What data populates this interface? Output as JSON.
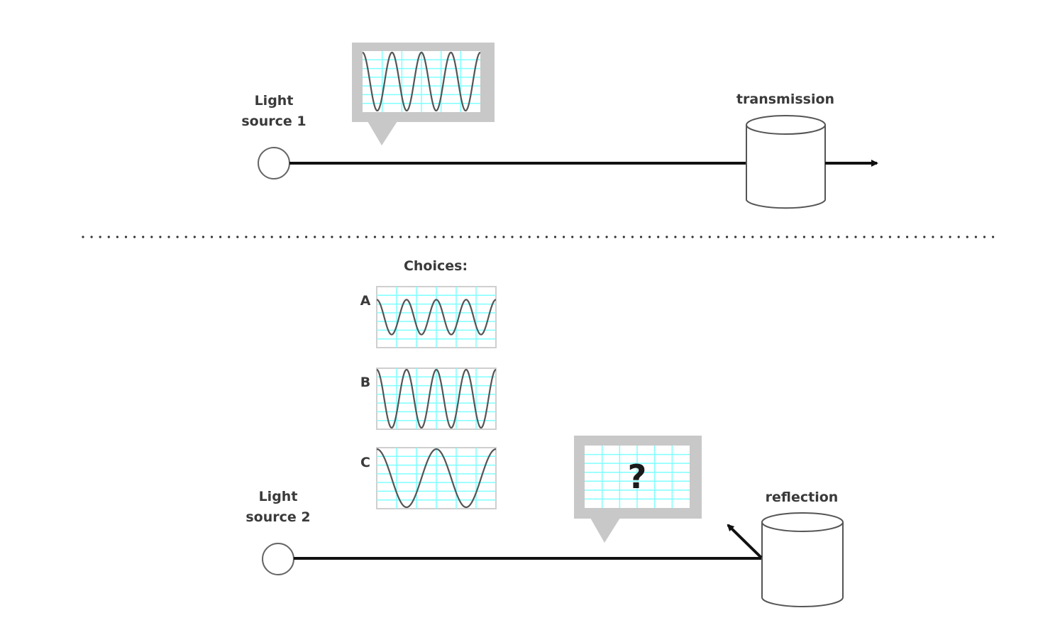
{
  "top_panel": {
    "source_label_line1": "Light",
    "source_label_line2": "source 1",
    "target_label": "transmission",
    "waveform": {
      "cycles": 4,
      "amplitude": 1.0,
      "start_phase": "peak"
    }
  },
  "divider": {
    "style": "dotted"
  },
  "bottom_panel": {
    "choices_title": "Choices:",
    "choices": [
      {
        "letter": "A",
        "cycles": 4,
        "amplitude": 0.6,
        "start_phase": "peak"
      },
      {
        "letter": "B",
        "cycles": 4,
        "amplitude": 1.0,
        "start_phase": "peak"
      },
      {
        "letter": "C",
        "cycles": 2,
        "amplitude": 1.0,
        "start_phase": "peak"
      }
    ],
    "source_label_line1": "Light",
    "source_label_line2": "source 2",
    "target_label": "reflection",
    "unknown_symbol": "?"
  },
  "colors": {
    "grid": "#7fffff",
    "frame": "#c8c8c8",
    "wave": "#555555",
    "line": "#111111"
  }
}
